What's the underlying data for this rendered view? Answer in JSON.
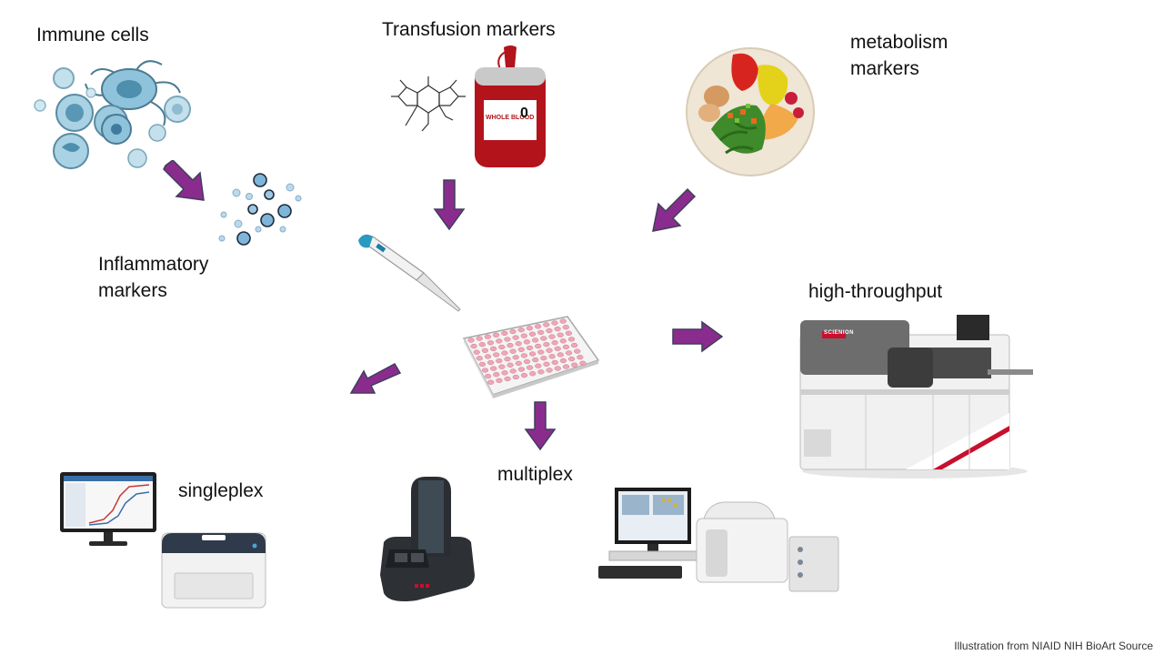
{
  "labels": {
    "immune_cells": "Immune cells",
    "transfusion_markers": "Transfusion markers",
    "metabolism_markers": "metabolism\nmarkers",
    "inflammatory_markers": "Inflammatory\nmarkers",
    "high_throughput": "high-throughput",
    "singleplex": "singleplex",
    "multiplex": "multiplex"
  },
  "blood_bag": {
    "type": "WHOLE BLOOD",
    "group": "0"
  },
  "analyzer_brand": "SCIENION",
  "credit": "Illustration from NIAID NIH BioArt Source",
  "colors": {
    "arrow_fill": "#8a2c8e",
    "arrow_stroke": "#3f3f5a",
    "blood": "#b3131b",
    "cell": "#8fc3dc",
    "plate_well": "#f0a6b8"
  }
}
